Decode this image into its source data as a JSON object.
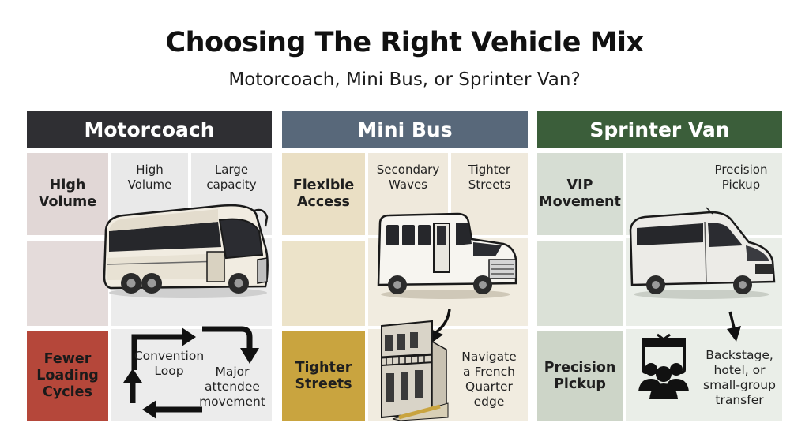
{
  "title": "Choosing The Right Vehicle Mix",
  "subtitle": "Motorcoach, Mini Bus, or Sprinter Van?",
  "colors": {
    "motorcoach_header": "#2f2f33",
    "minibus_header": "#58687a",
    "sprinter_header": "#3b5e3a",
    "fewer_loading_box": "#b5473a",
    "tighter_streets_box": "#c9a43f"
  },
  "panels": [
    {
      "header": "Motorcoach",
      "cells": {
        "left_top": "High\nVolume",
        "top_mid": "High\nVolume",
        "top_right": "Large\ncapacity",
        "left_bottom": "Fewer\nLoading\nCycles",
        "loop_label": "Convention\nLoop",
        "movement_label": "Major\nattendee\nmovement"
      },
      "icons": [
        "motorcoach-icon",
        "loop-arrows-icon"
      ]
    },
    {
      "header": "Mini Bus",
      "cells": {
        "left_top": "Flexible\nAccess",
        "top_mid": "Secondary\nWaves",
        "top_right": "Tighter\nStreets",
        "left_bottom": "Tighter\nStreets",
        "navigate_label": "Navigate\na French\nQuarter\nedge"
      },
      "icons": [
        "minibus-icon",
        "curved-arrow-icon",
        "french-quarter-building-icon"
      ]
    },
    {
      "header": "Sprinter Van",
      "cells": {
        "left_top": "VIP\nMovement",
        "top_right": "Precision\nPickup",
        "left_bottom": "Precision\nPickup",
        "transfer_label": "Backstage,\nhotel, or\nsmall-group\ntransfer"
      },
      "icons": [
        "sprinter-van-icon",
        "down-arrow-icon",
        "vip-group-icon"
      ]
    }
  ]
}
